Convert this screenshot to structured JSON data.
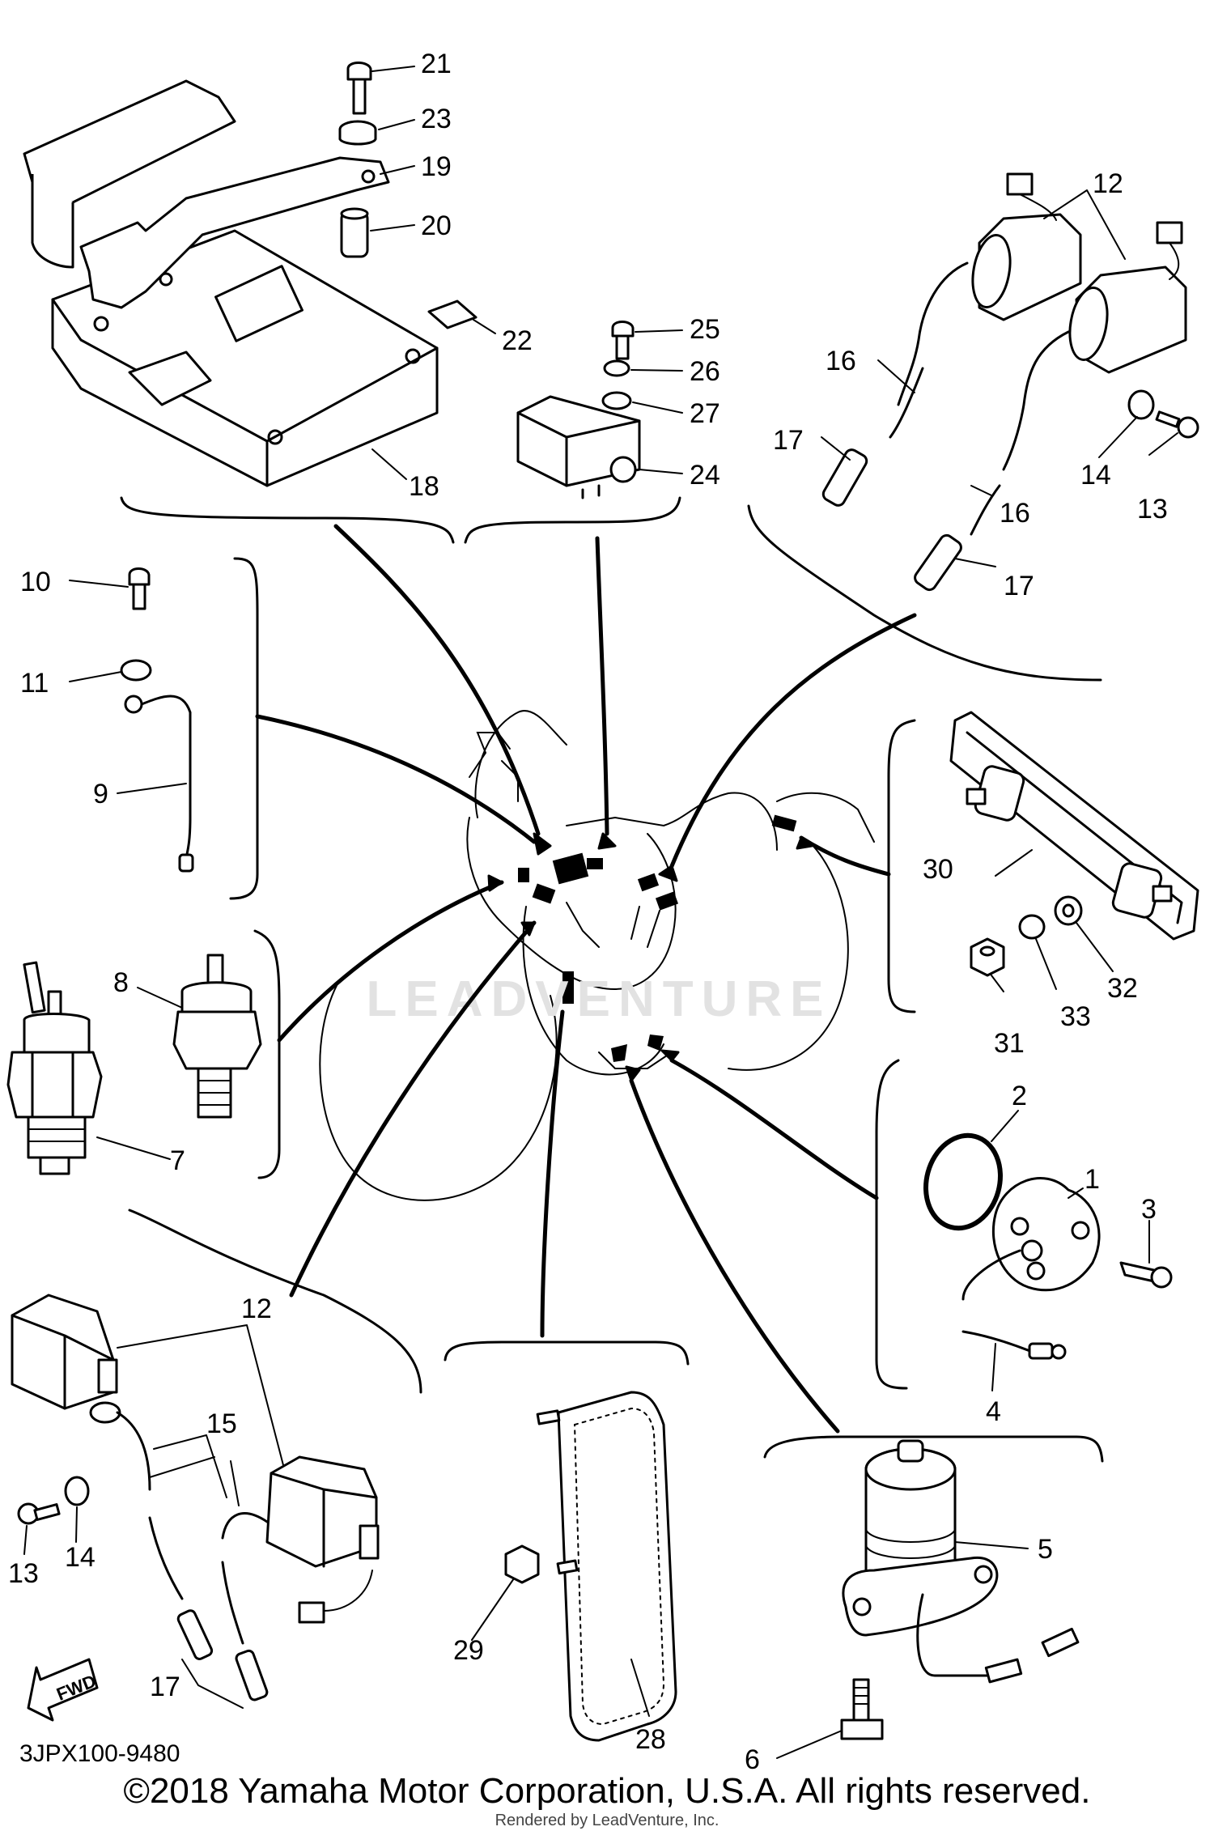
{
  "watermark": "LEADVENTURE",
  "fwd_label": "FWD",
  "diagram_code": "3JPX100-9480",
  "copyright": "©2018 Yamaha Motor Corporation, U.S.A. All rights reserved.",
  "rendered_by": "Rendered by LeadVenture, Inc.",
  "callouts": {
    "n1": "1",
    "n2": "2",
    "n3": "3",
    "n4": "4",
    "n5": "5",
    "n6": "6",
    "n7": "7",
    "n8": "8",
    "n9": "9",
    "n10": "10",
    "n11": "11",
    "n12a": "12",
    "n12b": "12",
    "n13a": "13",
    "n13b": "13",
    "n14a": "14",
    "n14b": "14",
    "n15": "15",
    "n16a": "16",
    "n16b": "16",
    "n17a": "17",
    "n17b": "17",
    "n17c": "17",
    "n18": "18",
    "n19": "19",
    "n20": "20",
    "n21": "21",
    "n22": "22",
    "n23": "23",
    "n24": "24",
    "n25": "25",
    "n26": "26",
    "n27": "27",
    "n28": "28",
    "n29": "29",
    "n30": "30",
    "n31": "31",
    "n32": "32",
    "n33": "33"
  }
}
